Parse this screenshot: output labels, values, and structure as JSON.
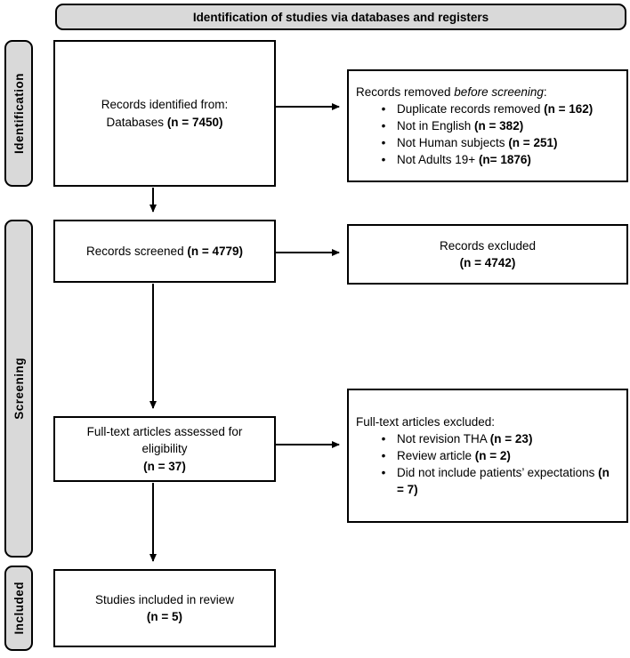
{
  "banner": {
    "title": "Identification of studies via databases and registers"
  },
  "sidebar": {
    "identification": "Identification",
    "screening": "Screening",
    "included": "Included"
  },
  "boxes": {
    "identified": {
      "line1": "Records identified from:",
      "line2": "Databases ",
      "line2_bold": "(n = 7450)"
    },
    "removed": {
      "title_prefix": "Records removed ",
      "title_italic": "before screening",
      "title_suffix": ":",
      "items": [
        {
          "text": "Duplicate records removed ",
          "bold": "(n = 162)"
        },
        {
          "text": "Not in English ",
          "bold": "(n = 382)"
        },
        {
          "text": "Not Human subjects ",
          "bold": "(n = 251)"
        },
        {
          "text": "Not Adults 19+ ",
          "bold": "(n= 1876)"
        }
      ]
    },
    "screened": {
      "text": "Records screened ",
      "bold": "(n = 4779)"
    },
    "excluded": {
      "line1": "Records excluded",
      "line2_bold": "(n = 4742)"
    },
    "fulltext": {
      "line1": "Full-text articles assessed for",
      "line2": "eligibility",
      "line3_bold": "(n = 37)"
    },
    "fulltext_excluded": {
      "title": "Full-text articles excluded:",
      "items": [
        {
          "text": "Not revision THA ",
          "bold": "(n = 23)"
        },
        {
          "text": "Review article ",
          "bold": "(n = 2)"
        },
        {
          "text": "Did not include patients’ expectations ",
          "bold": "(n = 7)"
        }
      ]
    },
    "included_box": {
      "line1": "Studies included in review",
      "line2_bold": "(n = 5)"
    }
  },
  "colors": {
    "pill_fill": "#d9d9d9",
    "border": "#000000",
    "background": "#ffffff"
  }
}
